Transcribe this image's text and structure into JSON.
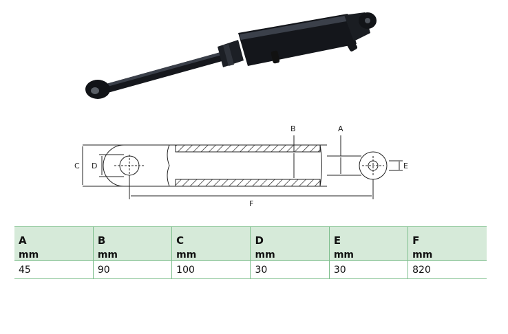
{
  "diagram": {
    "labels": {
      "A": "A",
      "B": "B",
      "C": "C",
      "D": "D",
      "E": "E",
      "F": "F"
    }
  },
  "table": {
    "columns": [
      {
        "letter": "A",
        "unit": "mm",
        "value": "45"
      },
      {
        "letter": "B",
        "unit": "mm",
        "value": "90"
      },
      {
        "letter": "C",
        "unit": "mm",
        "value": "100"
      },
      {
        "letter": "D",
        "unit": "mm",
        "value": "30"
      },
      {
        "letter": "E",
        "unit": "mm",
        "value": "30"
      },
      {
        "letter": "F",
        "unit": "mm",
        "value": "820"
      }
    ]
  }
}
